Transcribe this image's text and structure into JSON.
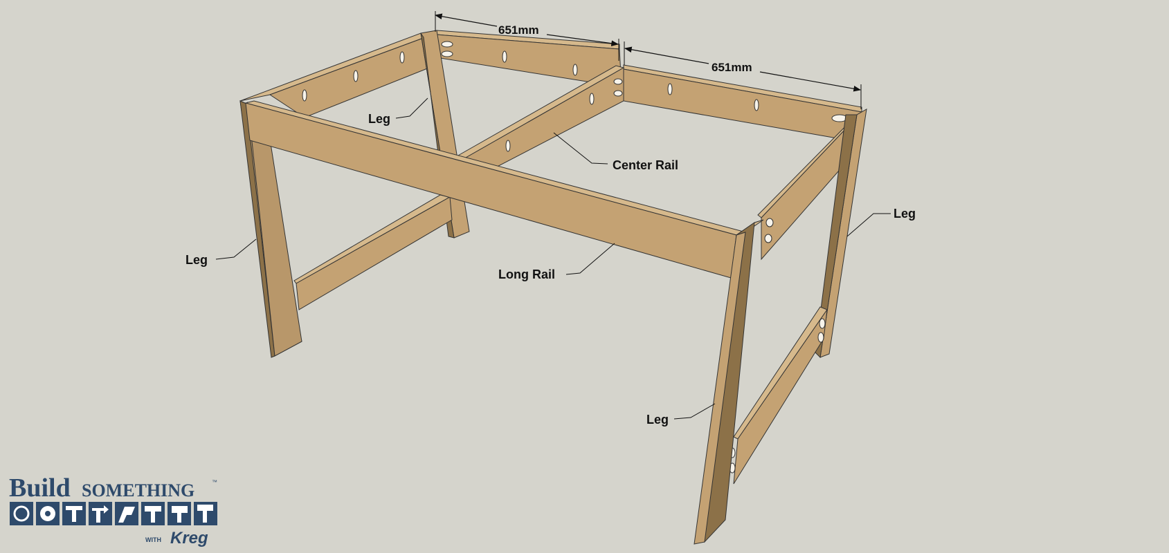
{
  "dimensions": {
    "left": "651mm",
    "right": "651mm"
  },
  "labels": {
    "leg_back_inner": "Leg",
    "leg_front_left": "Leg",
    "leg_back_right": "Leg",
    "leg_front_right": "Leg",
    "center_rail": "Center Rail",
    "long_rail": "Long Rail"
  },
  "logo": {
    "build": "Build",
    "something": "SOMETHING",
    "with": "WITH",
    "brand": "Kreg",
    "tm": "™"
  },
  "colors": {
    "background": "#d5d4cc",
    "wood_face": "#c4a273",
    "wood_side": "#8c7148",
    "wood_top": "#d6b98c",
    "wood_dark": "#6e583a",
    "logo_blue": "#2e4a6b"
  }
}
